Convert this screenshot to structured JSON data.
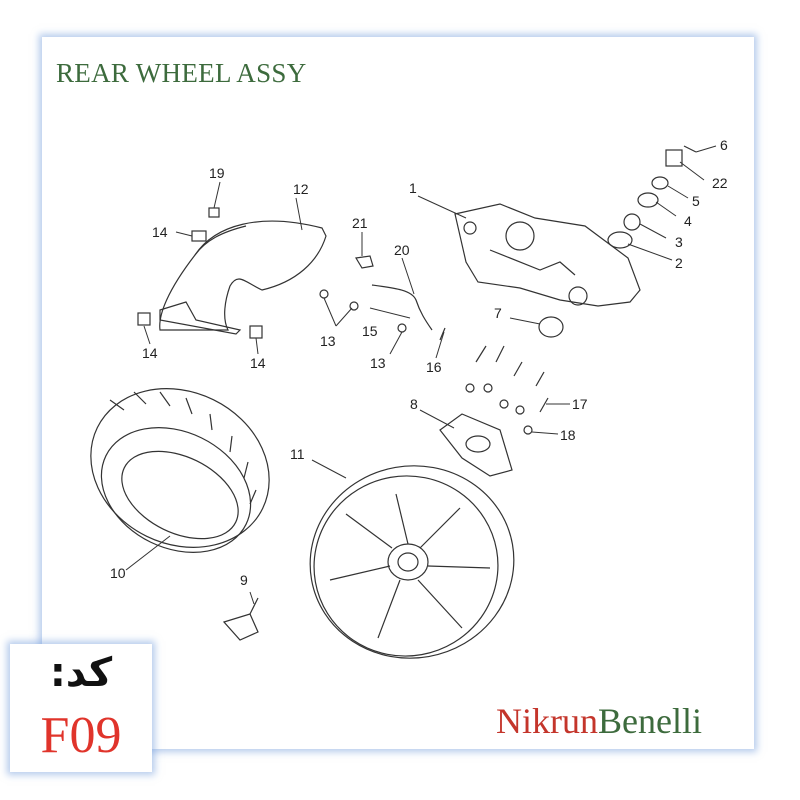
{
  "title": "REAR WHEEL ASSY",
  "code_label": "کد:",
  "code_value": "F09",
  "brand": {
    "part1": "Nikrun",
    "part2": "Benelli"
  },
  "callouts": {
    "c1": "1",
    "c2": "2",
    "c3": "3",
    "c4": "4",
    "c5": "5",
    "c6": "6",
    "c7": "7",
    "c8": "8",
    "c9": "9",
    "c10": "10",
    "c11": "11",
    "c12": "12",
    "c13a": "13",
    "c13b": "13",
    "c14a": "14",
    "c14b": "14",
    "c14c": "14",
    "c15": "15",
    "c16": "16",
    "c17": "17",
    "c18": "18",
    "c19": "19",
    "c20": "20",
    "c21": "21",
    "c22": "22"
  },
  "colors": {
    "title": "#3d6b3d",
    "code_value": "#e0342b",
    "brand_nikrun": "#c4352b",
    "brand_benelli": "#3d6b3d",
    "frame_glow": "#78a0dc"
  }
}
